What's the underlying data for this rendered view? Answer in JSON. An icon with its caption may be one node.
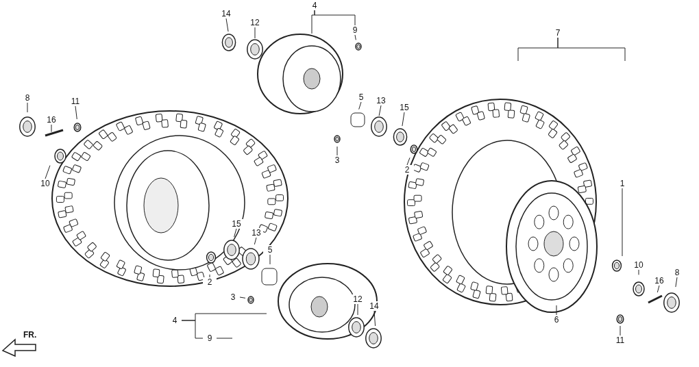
{
  "diagram": {
    "nodes": [
      {
        "text": [
          "14"
        ]
      },
      {
        "text": [
          "12"
        ]
      },
      {
        "text": [
          "4"
        ]
      },
      {
        "text": [
          "9"
        ]
      },
      {
        "text": [
          "7"
        ]
      },
      {
        "text": [
          "8"
        ]
      },
      {
        "text": [
          "11"
        ]
      },
      {
        "text": [
          "5"
        ]
      },
      {
        "text": [
          "13"
        ]
      },
      {
        "text": [
          "15"
        ]
      },
      {
        "text": [
          "16"
        ]
      },
      {
        "text": [
          "3"
        ]
      },
      {
        "text": [
          "2"
        ]
      },
      {
        "text": [
          "10"
        ]
      },
      {
        "text": [
          "1"
        ]
      },
      {
        "text": [
          "15"
        ]
      },
      {
        "text": [
          "13"
        ]
      },
      {
        "text": [
          "5"
        ]
      },
      {
        "text": [
          "10"
        ]
      },
      {
        "text": [
          "8"
        ]
      },
      {
        "text": [
          "16"
        ]
      },
      {
        "text": [
          "2"
        ]
      },
      {
        "text": [
          "3"
        ]
      },
      {
        "text": [
          "12"
        ]
      },
      {
        "text": [
          "14"
        ]
      },
      {
        "text": [
          "6"
        ]
      },
      {
        "text": [
          "4"
        ]
      },
      {
        "text": [
          "9"
        ]
      },
      {
        "text": [
          "11"
        ]
      }
    ],
    "edges": [
      {
        "from": 0,
        "to": null,
        "arrow": "none"
      },
      {
        "from": 1,
        "to": null,
        "arrow": "none"
      },
      {
        "from": 2,
        "to": null,
        "arrow": "none"
      },
      {
        "from": 2,
        "to": 3,
        "arrow": "none"
      },
      {
        "from": 3,
        "to": null,
        "arrow": "none"
      },
      {
        "from": 4,
        "to": null,
        "arrow": "none"
      },
      {
        "from": 4,
        "to": null,
        "arrow": "none"
      },
      {
        "from": 5,
        "to": null,
        "arrow": "none"
      },
      {
        "from": 6,
        "to": null,
        "arrow": "none"
      },
      {
        "from": 7,
        "to": null,
        "arrow": "none"
      },
      {
        "from": 8,
        "to": null,
        "arrow": "none"
      },
      {
        "from": 9,
        "to": null,
        "arrow": "none"
      },
      {
        "from": 10,
        "to": null,
        "arrow": "none"
      },
      {
        "from": 11,
        "to": null,
        "arrow": "none"
      },
      {
        "from": 12,
        "to": null,
        "arrow": "none"
      },
      {
        "from": 13,
        "to": null,
        "arrow": "none"
      },
      {
        "from": 14,
        "to": null,
        "arrow": "none"
      },
      {
        "from": 15,
        "to": null,
        "arrow": "none"
      },
      {
        "from": 16,
        "to": null,
        "arrow": "none"
      },
      {
        "from": 17,
        "to": null,
        "arrow": "none"
      },
      {
        "from": 18,
        "to": null,
        "arrow": "none"
      },
      {
        "from": 19,
        "to": null,
        "arrow": "none"
      },
      {
        "from": 20,
        "to": null,
        "arrow": "none"
      },
      {
        "from": 21,
        "to": null,
        "arrow": "none"
      },
      {
        "from": 22,
        "to": null,
        "arrow": "none"
      },
      {
        "from": 23,
        "to": null,
        "arrow": "none"
      },
      {
        "from": 24,
        "to": null,
        "arrow": "none"
      },
      {
        "from": 25,
        "to": null,
        "arrow": "none"
      },
      {
        "from": 26,
        "to": null,
        "arrow": "none"
      },
      {
        "from": 26,
        "to": 27,
        "arrow": "none"
      },
      {
        "from": 27,
        "to": null,
        "arrow": "none"
      },
      {
        "from": 28,
        "to": null,
        "arrow": "none"
      }
    ],
    "labels": [
      "FR."
    ]
  }
}
